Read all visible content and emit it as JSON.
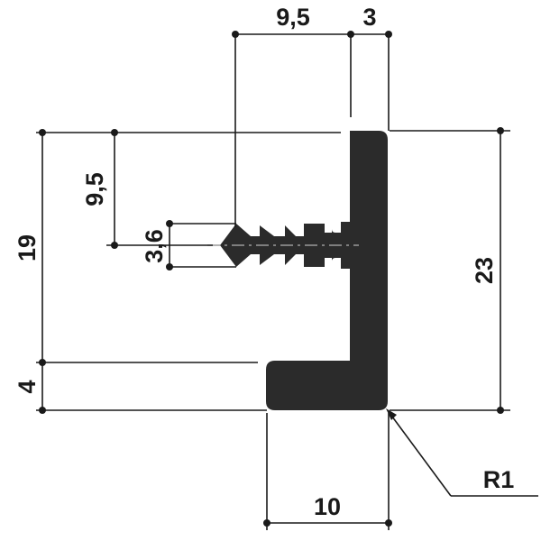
{
  "colors": {
    "profile": "#2b2b2b",
    "lines": "#1a1a1a",
    "centerline": "#9a9a9a",
    "background": "#ffffff"
  },
  "dimensions": {
    "top_left_width": "9,5",
    "top_right_width": "3",
    "left_height_upper": "9,5",
    "fin_height": "3,6",
    "outer_left_height": "19",
    "foot_thickness": "4",
    "right_height": "23",
    "foot_width": "10",
    "corner_radius": "R1"
  }
}
